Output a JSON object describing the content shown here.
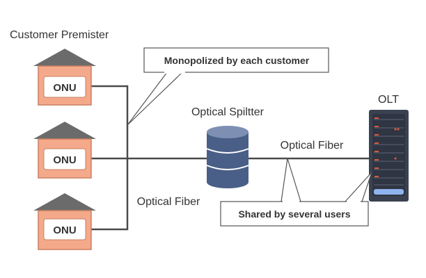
{
  "labels": {
    "customer_premises": "Customer Premister",
    "optical_splitter": "Optical Spiltter",
    "optical_fiber_right": "Optical Fiber",
    "optical_fiber_left": "Optical Fiber",
    "olt": "OLT"
  },
  "callouts": {
    "monopolized": "Monopolized by each customer",
    "shared": "Shared by several users"
  },
  "houses": [
    {
      "label": "ONU"
    },
    {
      "label": "ONU"
    },
    {
      "label": "ONU"
    }
  ],
  "colors": {
    "roof": "#6b6b6b",
    "wall": "#f4a98a",
    "wall_border": "#c98062",
    "cylinder": "#4a5f87",
    "cylinder_top": "#7d8fb3",
    "rack": "#3a4150",
    "rack_led": "#e05a3a",
    "rack_panel": "#8fb4f0",
    "line": "#4a4a4a"
  }
}
